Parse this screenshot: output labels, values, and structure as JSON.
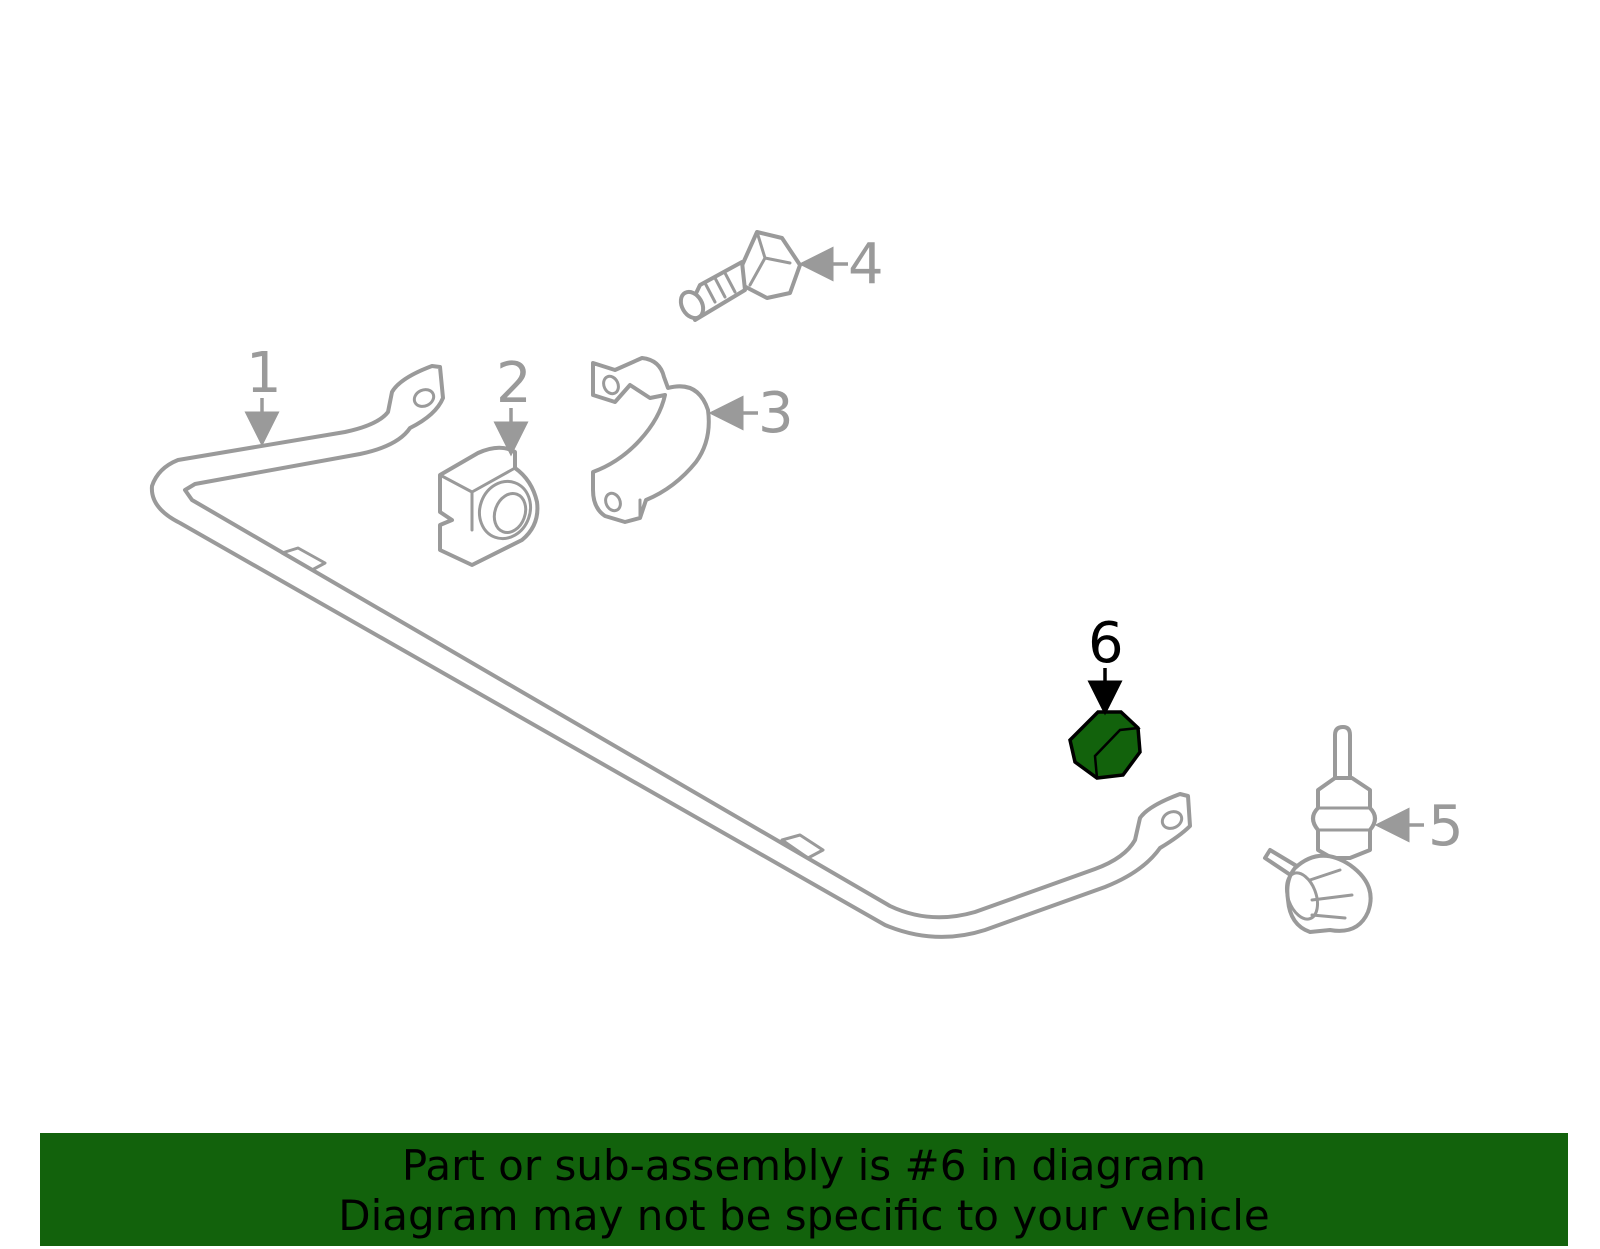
{
  "colors": {
    "highlight": "#12620c",
    "line_gray": "#9a9a9a",
    "banner_bg": "#12620c"
  },
  "callouts": [
    {
      "number": "1",
      "part": "stabilizer-bar"
    },
    {
      "number": "2",
      "part": "bushing"
    },
    {
      "number": "3",
      "part": "bracket-clamp"
    },
    {
      "number": "4",
      "part": "bolt"
    },
    {
      "number": "5",
      "part": "stabilizer-link"
    },
    {
      "number": "6",
      "part": "nut",
      "highlighted": true
    }
  ],
  "banner": {
    "line1": "Part or sub-assembly is #6 in diagram",
    "line2": "Diagram may not be specific to your vehicle"
  }
}
